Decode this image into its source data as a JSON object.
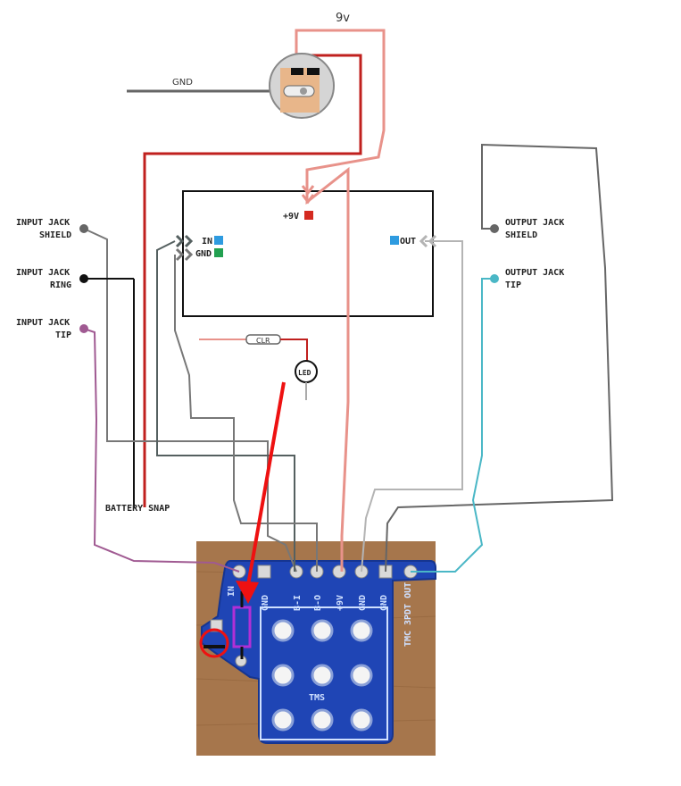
{
  "battery": {
    "voltage_label": "9v",
    "gnd_label": "GND"
  },
  "board": {
    "plus9v": "+9V",
    "in": "IN",
    "gnd": "GND",
    "out": "OUT"
  },
  "led": {
    "resistor_label": "CLR",
    "led_label": "LED"
  },
  "jacks": {
    "input_shield": [
      "INPUT JACK",
      "SHIELD"
    ],
    "input_ring": [
      "INPUT JACK",
      "RING"
    ],
    "input_tip": [
      "INPUT JACK",
      "TIP"
    ],
    "output_shield": [
      "OUTPUT JACK",
      "SHIELD"
    ],
    "output_tip": [
      "OUTPUT JACK",
      "TIP"
    ]
  },
  "battery_snap_label": "BATTERY SNAP",
  "pcb": {
    "pads": [
      "IN",
      "GND",
      "B-I",
      "B-O",
      "+9V",
      "GND",
      "GND",
      "3PDT OUT"
    ],
    "side_label": "TMC",
    "footprint_label": "TMS"
  },
  "colors": {
    "red_wire": "#c0201e",
    "pink_wire": "#e8928a",
    "gray_wire": "#7a7a7a",
    "dark_wire": "#444444",
    "black_wire": "#111111",
    "purple_wire": "#a05a92",
    "teal_wire": "#4ab7c6",
    "light_gray_wire": "#b4b4b4",
    "pcb_blue": "#1f45b5",
    "wood": "#a6764c",
    "annotation_red": "#ee1111",
    "highlight_purple": "#b22fd6"
  }
}
